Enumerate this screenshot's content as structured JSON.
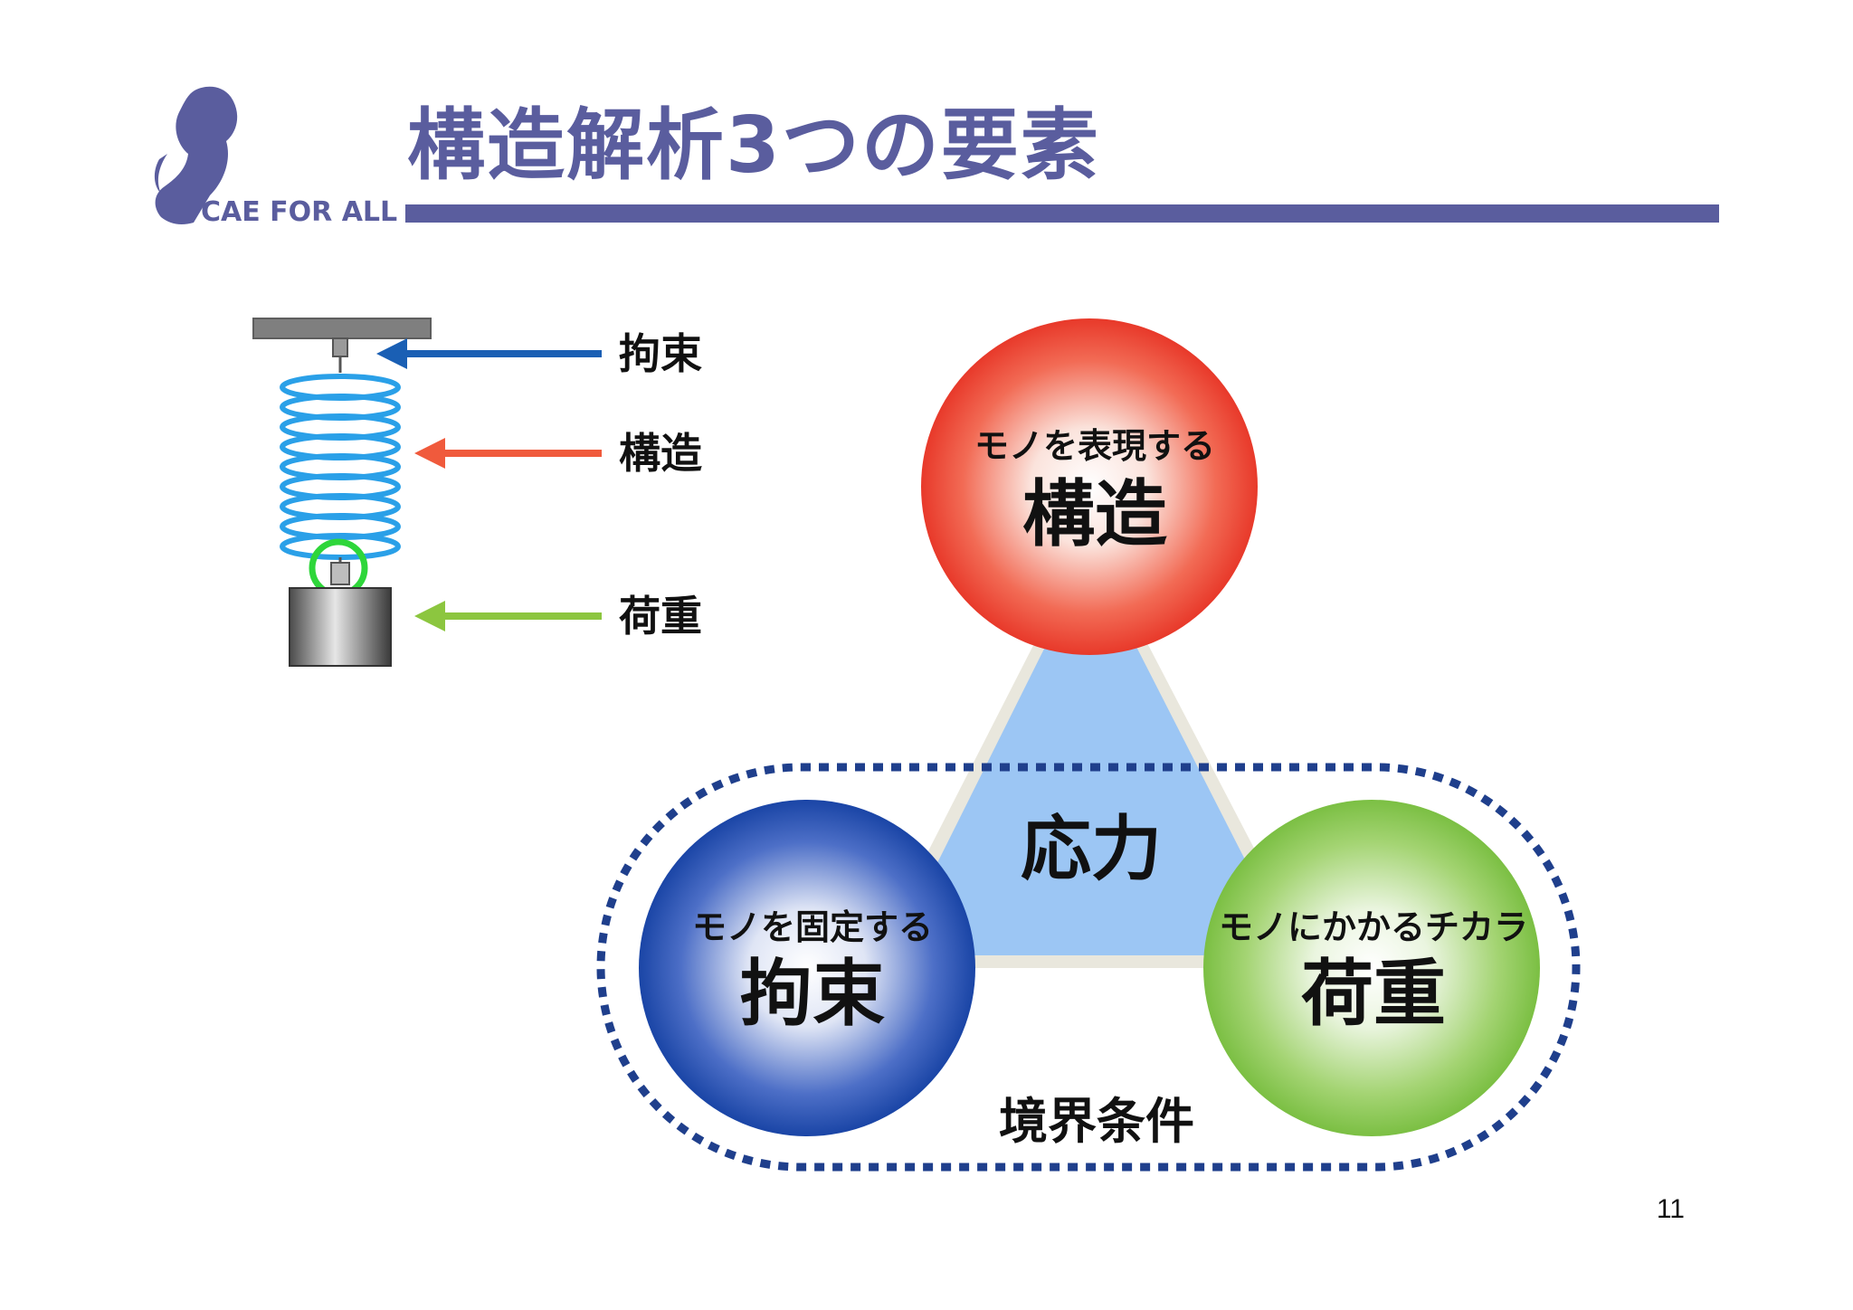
{
  "slide": {
    "title": "構造解析3つの要素",
    "logo_text": "CAE FOR ALL",
    "page_number": "11"
  },
  "spring_figure": {
    "labels": [
      "拘束",
      "構造",
      "荷重"
    ],
    "colors": {
      "constraint": "#1a5fb4",
      "structure": "#f05a3c",
      "load": "#8cc63f"
    }
  },
  "diagram": {
    "center_label": "応力",
    "group_label": "境界条件",
    "circles": {
      "structure": {
        "subtitle": "モノを表現する",
        "title": "構造",
        "color": "#ee3b2e"
      },
      "constraint": {
        "subtitle": "モノを固定する",
        "title": "拘束",
        "color": "#1a4aa8"
      },
      "load": {
        "subtitle": "モノにかかるチカラ",
        "title": "荷重",
        "color": "#7bc043"
      }
    },
    "triangle_color": "#9cc6f4",
    "dashed_border_color": "#1f3f8c"
  }
}
